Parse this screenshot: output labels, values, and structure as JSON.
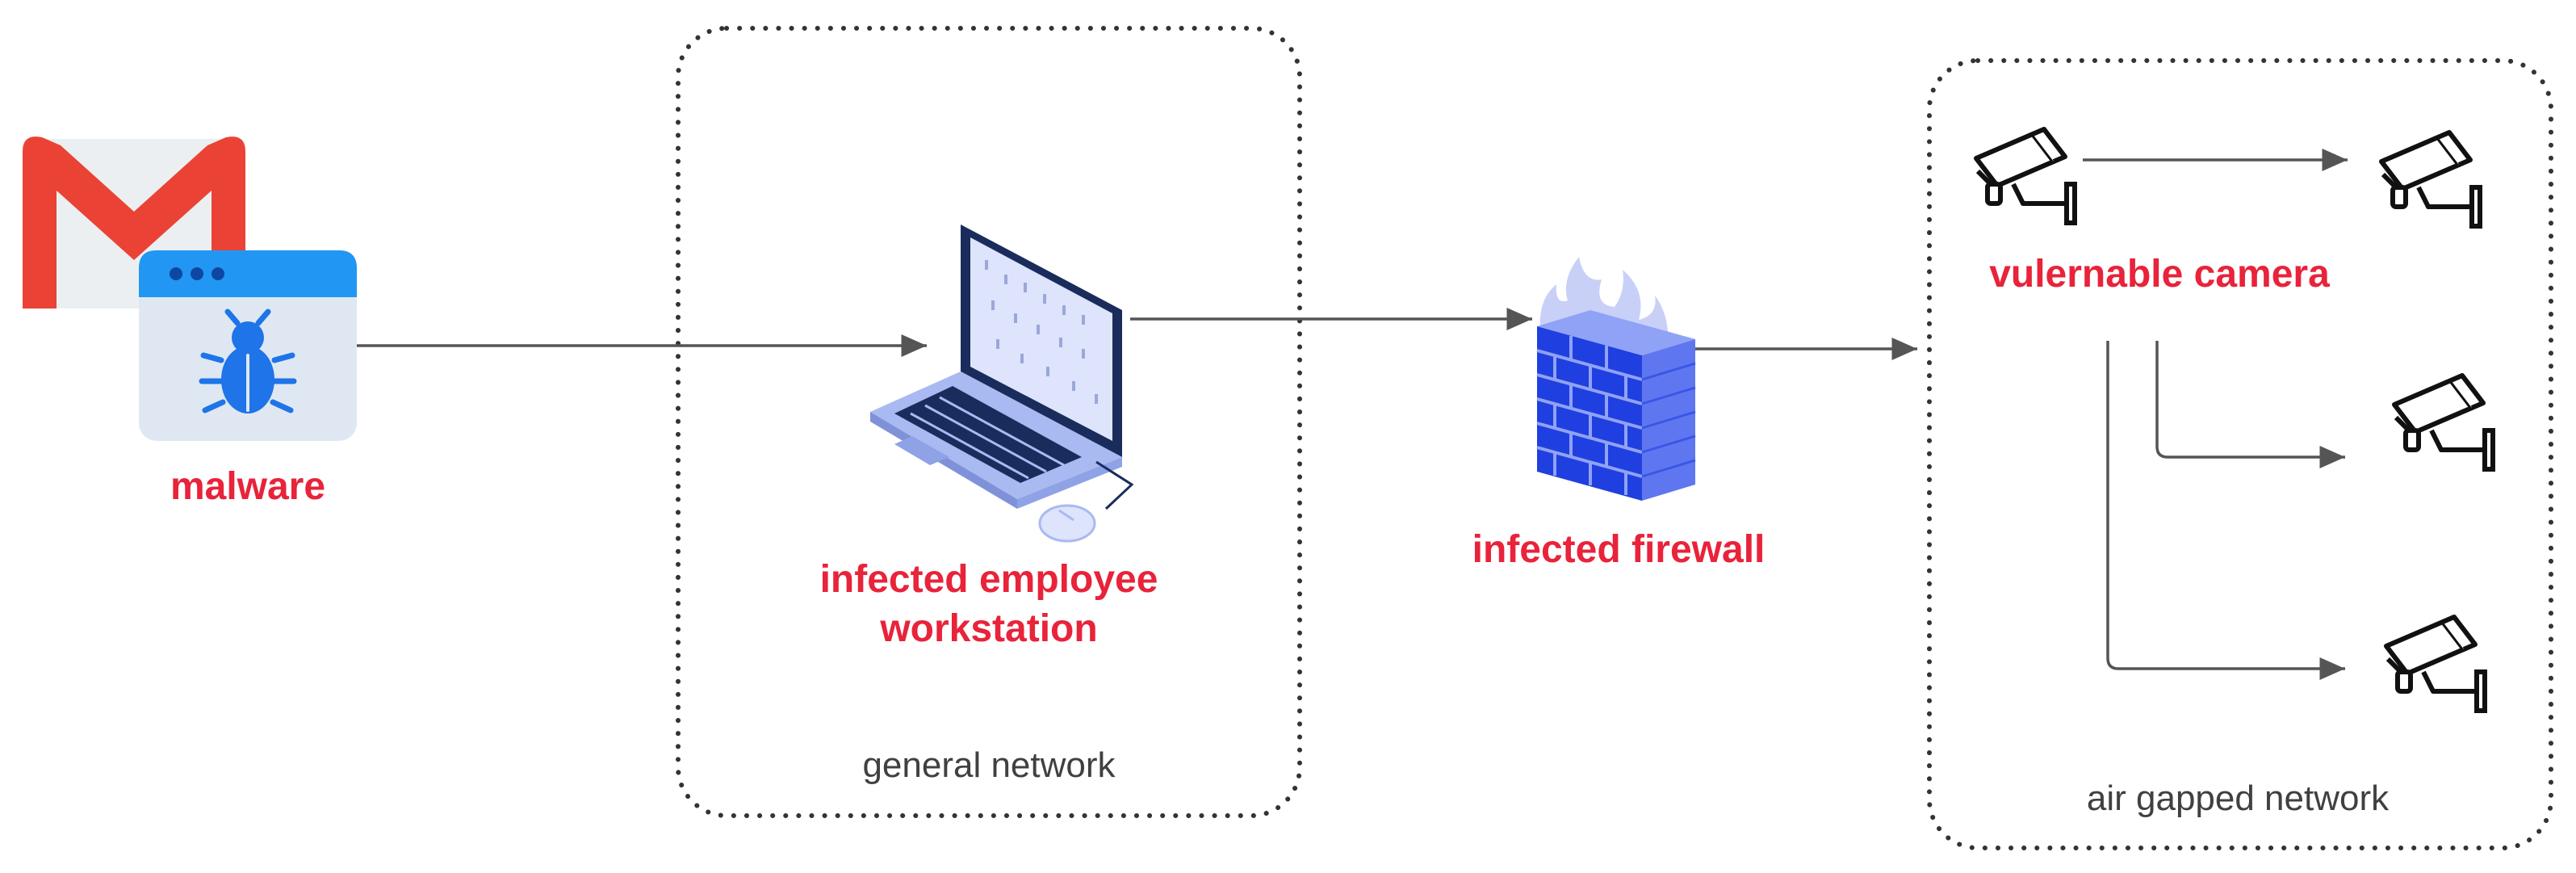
{
  "nodes": {
    "malware": {
      "label": "malware"
    },
    "workstation": {
      "label_line1": "infected employee",
      "label_line2": "workstation"
    },
    "firewall": {
      "label": "infected firewall"
    },
    "camera": {
      "label": "vulernable camera"
    }
  },
  "zones": {
    "general": {
      "label": "general network"
    },
    "airgapped": {
      "label": "air gapped network"
    }
  },
  "colors": {
    "label_red": "#e8233a",
    "gmail_red": "#ea4335",
    "window_blue": "#2196f3",
    "bug_blue": "#1e74e8",
    "laptop_blue": "#a9b9f2",
    "brick_blue": "#1f3fe0",
    "flame_blue": "#c9d0f7"
  },
  "icons": [
    "gmail-icon",
    "bug-window-icon",
    "laptop-icon",
    "mouse-icon",
    "firewall-icon",
    "security-camera-icon"
  ]
}
